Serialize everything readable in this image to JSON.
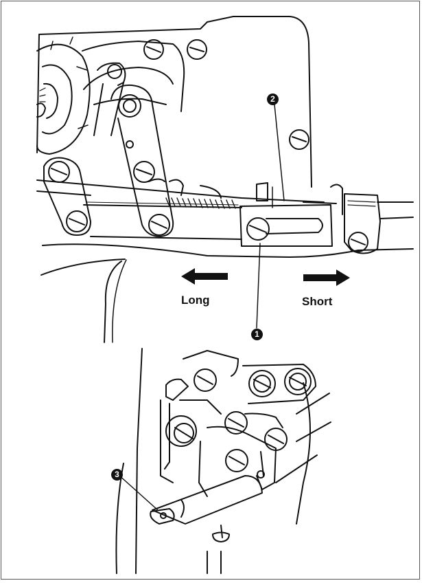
{
  "labels": {
    "long": "Long",
    "short": "Short"
  },
  "callouts": {
    "c1": "1",
    "c2": "2",
    "c3": "3"
  },
  "colors": {
    "ink": "#111111",
    "paper": "#ffffff"
  },
  "icons": {
    "left_arrow": "arrow-left-icon",
    "right_arrow": "arrow-right-icon"
  }
}
